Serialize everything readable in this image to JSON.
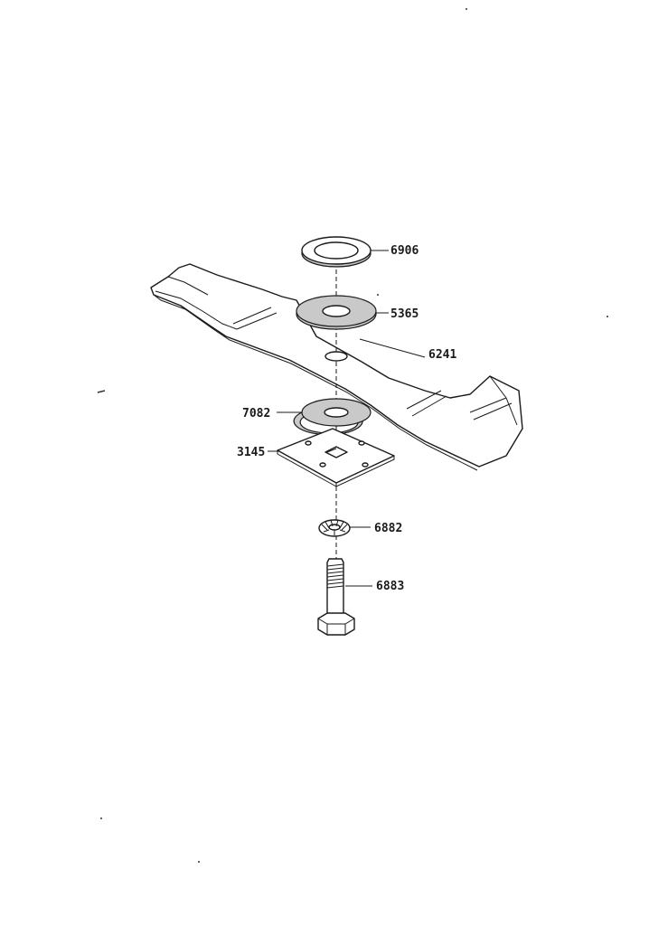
{
  "labels": {
    "p6906": "6906",
    "p5365": "5365",
    "p6241": "6241",
    "p7082": "7082",
    "p3145": "3145",
    "p6882": "6882",
    "p6883": "6883"
  }
}
